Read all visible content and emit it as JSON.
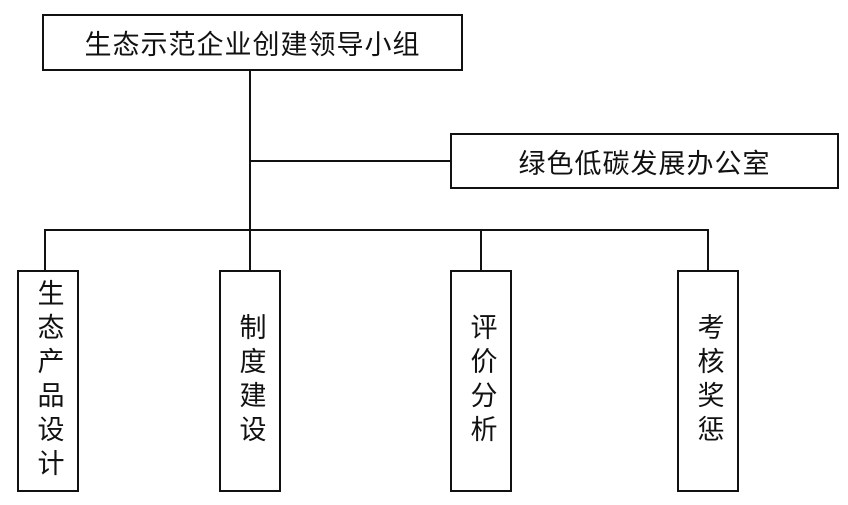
{
  "diagram": {
    "top": "生态示范企业创建领导小组",
    "office": "绿色低碳发展办公室",
    "children": [
      "生态产品设计",
      "制度建设",
      "评价分析",
      "考核奖惩"
    ]
  }
}
